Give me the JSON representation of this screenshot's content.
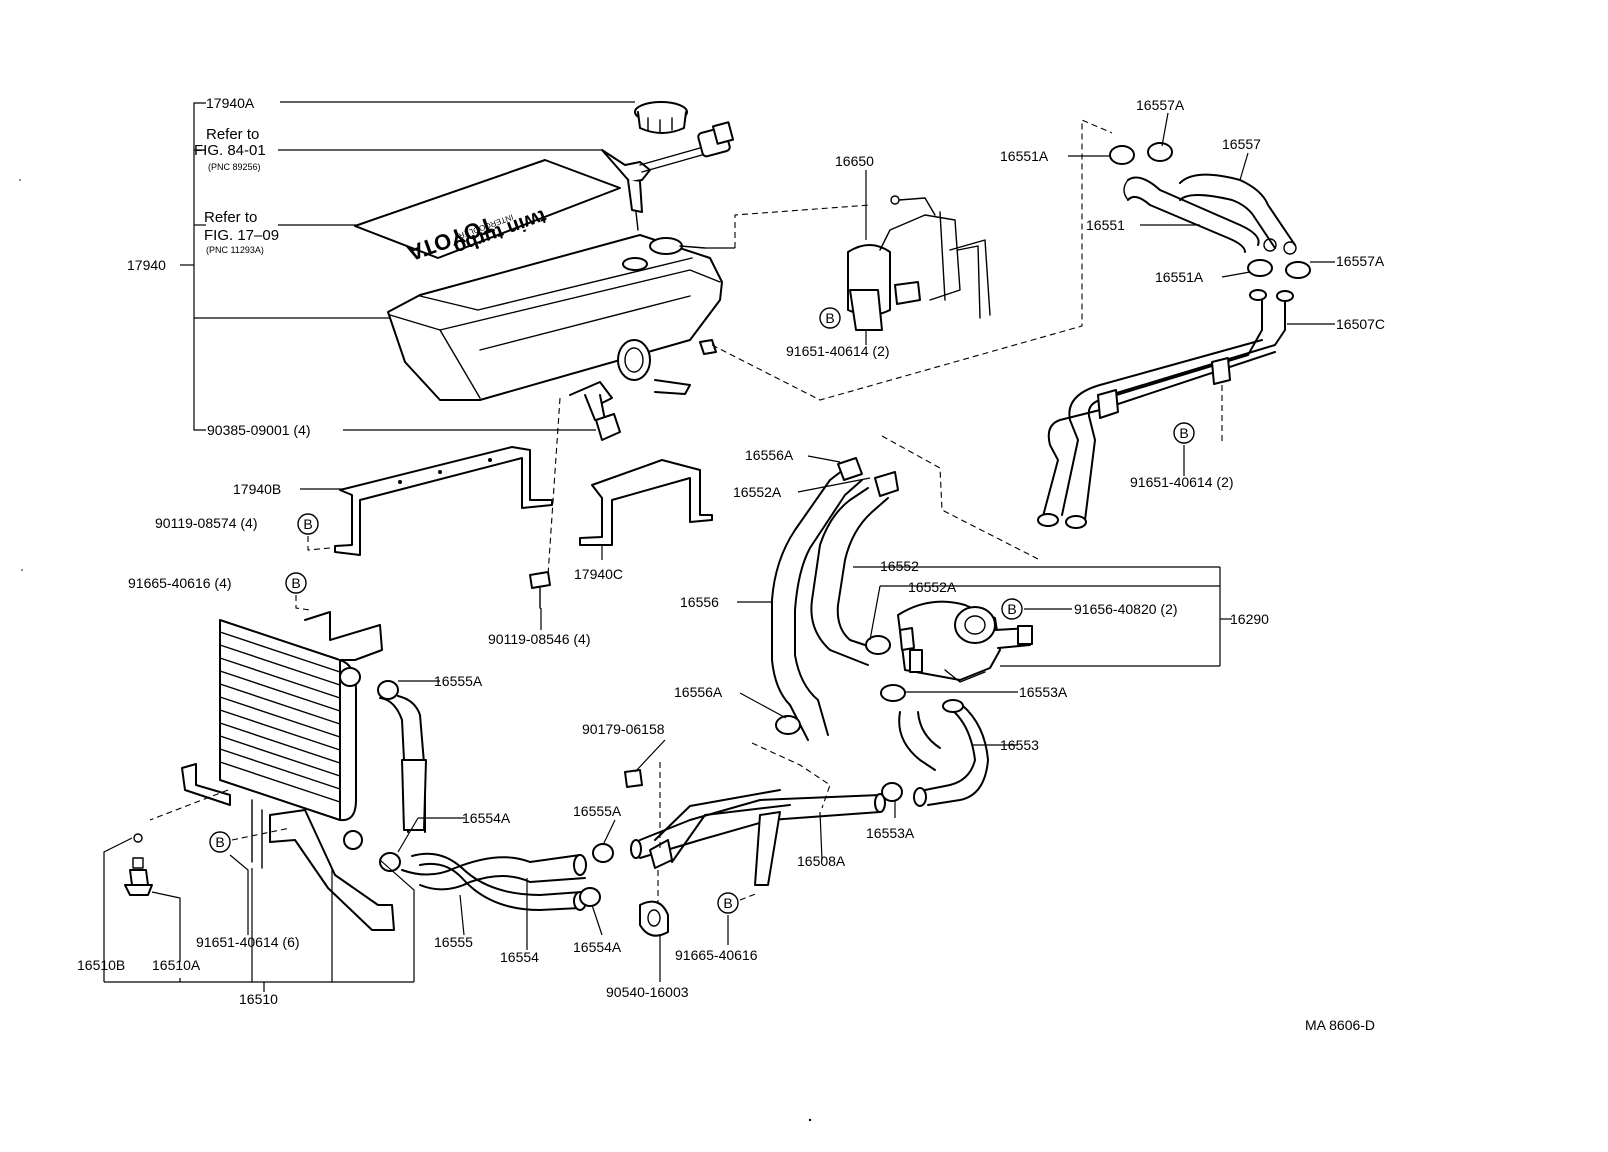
{
  "figure_code": "MA 8606-D",
  "tank_cover_text": {
    "brand": "TOYOTA",
    "line2": "INTERCOOLER",
    "line3": "twin turbo"
  },
  "bolt_symbol": "B",
  "labels": {
    "p17940A": "17940A",
    "refer1_l1": "Refer to",
    "refer1_l2": "FIG. 84-01",
    "refer1_l3": "(PNC 89256)",
    "refer2_l1": "Refer to",
    "refer2_l2": "FIG. 17–09",
    "refer2_l3": "(PNC 11293A)",
    "p17940": "17940",
    "p90385": "90385-09001 (4)",
    "p17940B": "17940B",
    "p90119_08574": "90119-08574 (4)",
    "p91665_40616_4": "91665-40616 (4)",
    "p17940C": "17940C",
    "p90119_08546": "90119-08546 (4)",
    "p16650": "16650",
    "p91651_top": "91651-40614 (2)",
    "p16551A_top": "16551A",
    "p16557A_top": "16557A",
    "p16557": "16557",
    "p16551": "16551",
    "p16551A_mid": "16551A",
    "p16557A_mid": "16557A",
    "p16507C": "16507C",
    "p91651_right": "91651-40614 (2)",
    "p16556A_top": "16556A",
    "p16552A_top": "16552A",
    "p16552": "16552",
    "p16552A_mid": "16552A",
    "p16556": "16556",
    "p91656": "91656-40820 (2)",
    "p16290": "16290",
    "p16555A_left": "16555A",
    "p16556A_mid": "16556A",
    "p16553A_top": "16553A",
    "p16553": "16553",
    "p90179": "90179-06158",
    "p16555A_mid": "16555A",
    "p16554A_left": "16554A",
    "p16553A_bot": "16553A",
    "p16508A": "16508A",
    "p91651_bot": "91651-40614 (6)",
    "p16555": "16555",
    "p16554": "16554",
    "p16554A_bot": "16554A",
    "p91665_40616": "91665-40616",
    "p90540": "90540-16003",
    "p16510B": "16510B",
    "p16510A": "16510A",
    "p16510": "16510"
  }
}
